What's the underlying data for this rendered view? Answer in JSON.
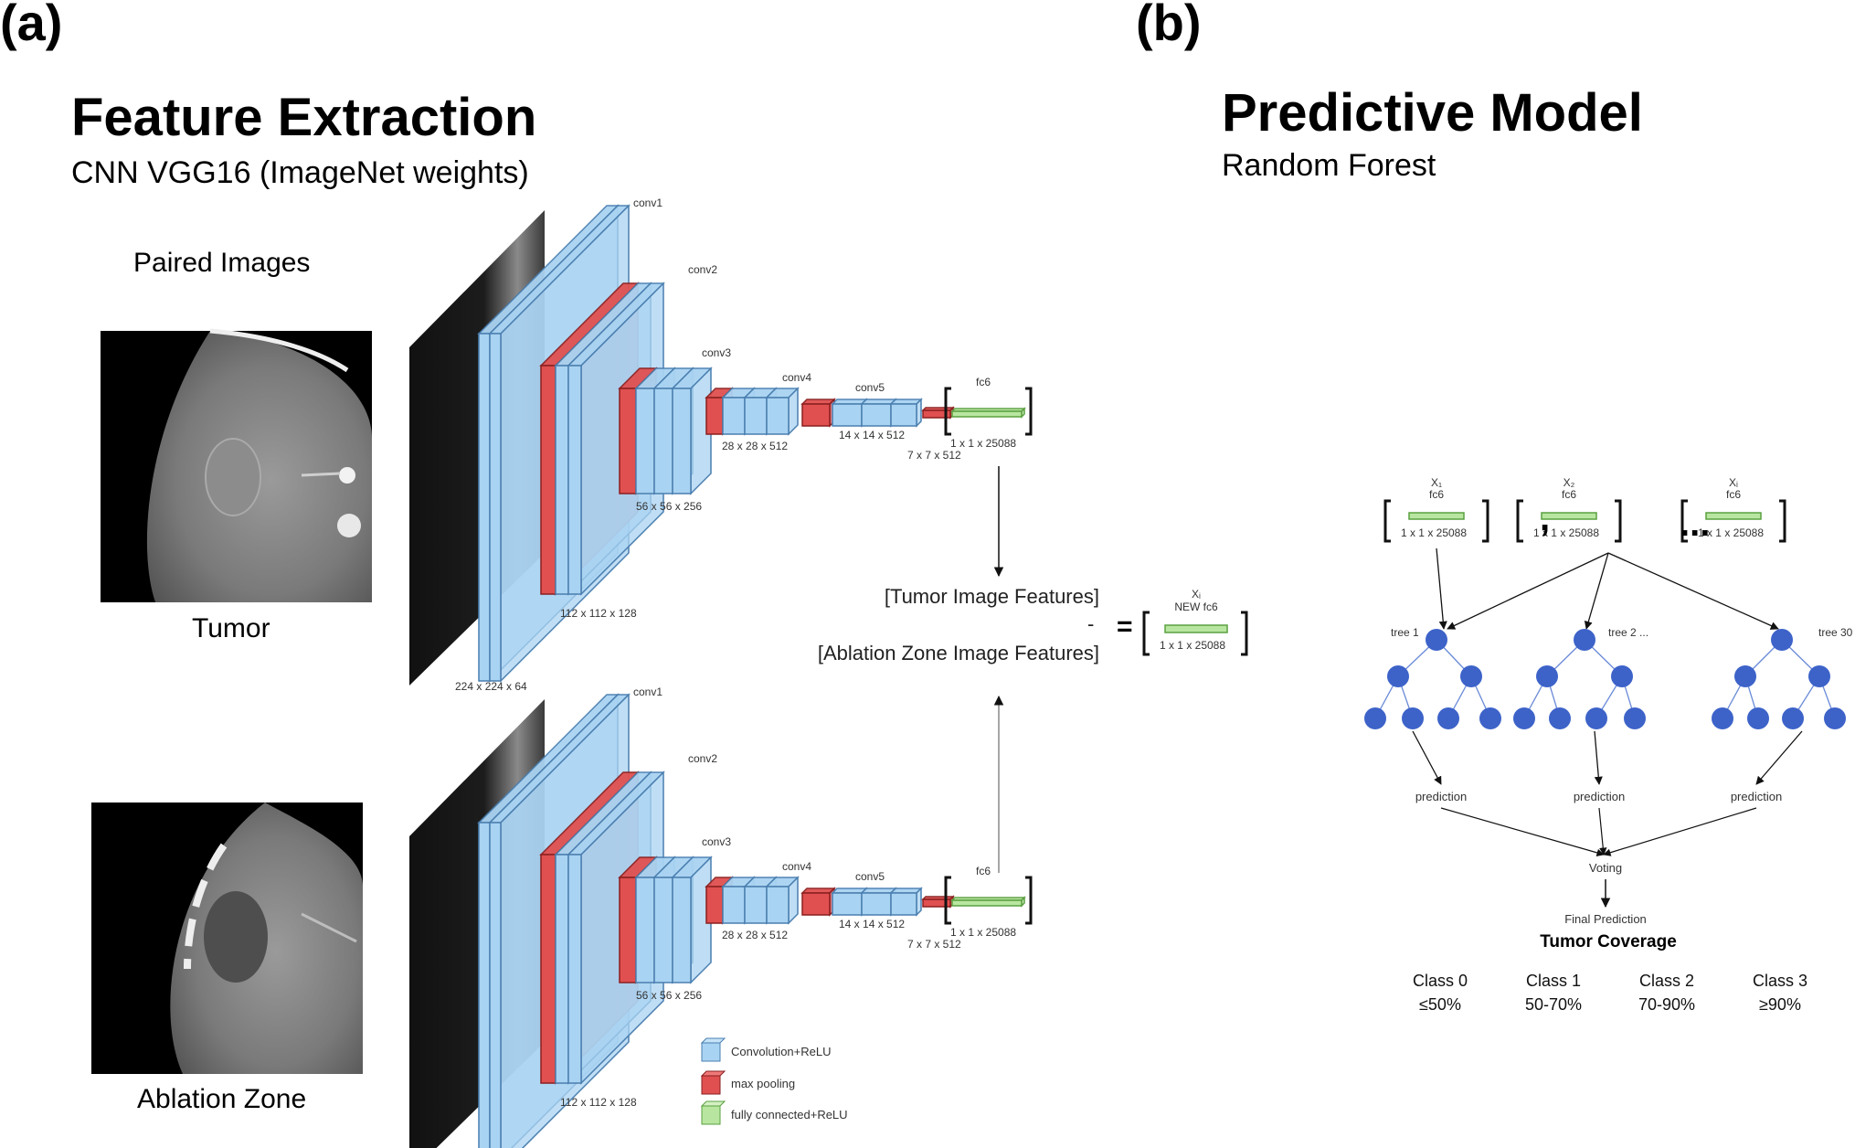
{
  "panel_a": {
    "label": "(a)",
    "title": "Feature Extraction",
    "subtitle": "CNN VGG16 (ImageNet weights)",
    "paired_images_label": "Paired  Images",
    "tumor_label": "Tumor",
    "ablation_label": "Ablation  Zone",
    "network": {
      "conv1": "conv1",
      "conv2": "conv2",
      "conv3": "conv3",
      "conv4": "conv4",
      "conv5": "conv5",
      "fc": "fc6",
      "dim_224": "224 x 224 x 64",
      "dim_112": "112 x 112 x 128",
      "dim_56": "56 x 56 x 256",
      "dim_28": "28 x 28 x 512",
      "dim_14": "14 x 14 x 512",
      "dim_7": "7 x 7 x 512",
      "dim_fc": "1 x 1 x 25088"
    },
    "difference": {
      "tumor_features": "[Tumor Image Features]",
      "minus": "-",
      "ablation_features": "[Ablation Zone Image Features]",
      "equals": "=",
      "xi_label": "Xᵢ",
      "new_fc": "NEW fc6",
      "new_dim": "1 x 1 x 25088"
    },
    "legend": [
      {
        "label": "Convolution+ReLU",
        "color": "#a9d3f2"
      },
      {
        "label": "max pooling",
        "color": "#e05050"
      },
      {
        "label": "fully connected+ReLU",
        "color": "#b8e6a0"
      }
    ]
  },
  "panel_b": {
    "label": "(b)",
    "title": "Predictive Model",
    "subtitle": "Random Forest",
    "inputs": [
      {
        "x_label": "X₁",
        "fc": "fc6",
        "dim": "1 x 1 x 25088"
      },
      {
        "x_label": "X₂",
        "fc": "fc6",
        "dim": "1 x 1 x 25088"
      },
      {
        "x_label": "Xᵢ",
        "fc": "fc6",
        "dim": "1 x 1 x 25088"
      }
    ],
    "comma": ",",
    "ellipsis": "...",
    "trees": [
      "tree 1",
      "tree 2 ...",
      "tree 30"
    ],
    "prediction": "prediction",
    "voting": "Voting",
    "final_prediction": "Final Prediction",
    "outcome": "Tumor Coverage",
    "classes": [
      {
        "name": "Class 0",
        "range": "≤50%"
      },
      {
        "name": "Class 1",
        "range": "50-70%"
      },
      {
        "name": "Class 2",
        "range": "70-90%"
      },
      {
        "name": "Class 3",
        "range": "≥90%"
      }
    ],
    "node_color": "#3d63c9"
  }
}
